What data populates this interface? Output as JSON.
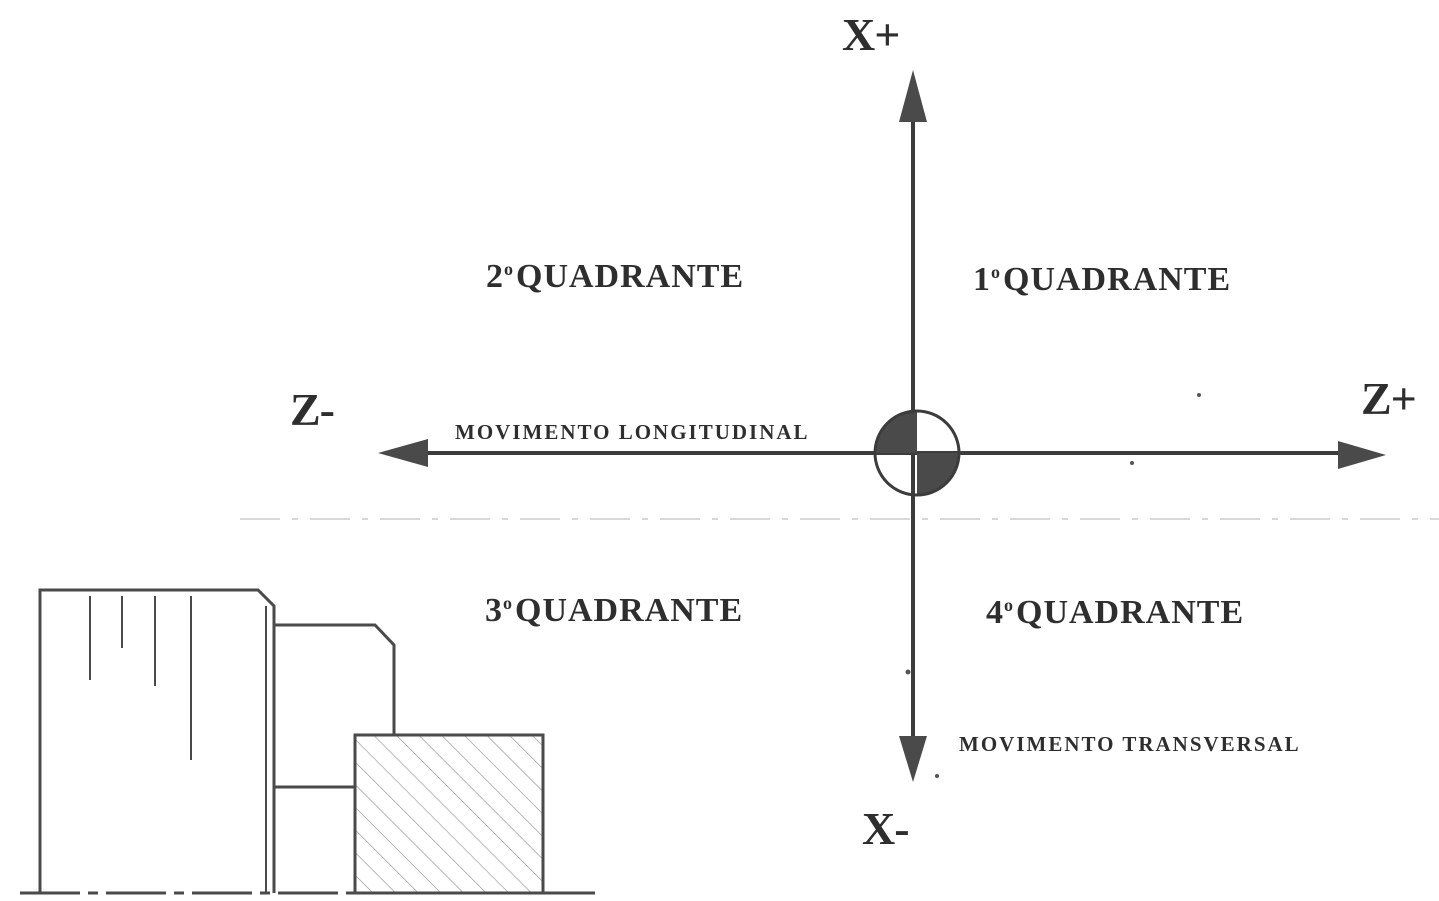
{
  "axes": {
    "x_plus": "X+",
    "x_minus": "X-",
    "z_plus": "Z+",
    "z_minus": "Z-"
  },
  "quadrants": [
    {
      "number": "2",
      "ordinal": "o",
      "label": "QUADRANTE"
    },
    {
      "number": "1",
      "ordinal": "o",
      "label": "QUADRANTE"
    },
    {
      "number": "3",
      "ordinal": "o",
      "label": "QUADRANTE"
    },
    {
      "number": "4",
      "ordinal": "o",
      "label": "QUADRANTE"
    }
  ],
  "movements": {
    "longitudinal": "MOVIMENTO LONGITUDINAL",
    "transversal": "MOVIMENTO TRANSVERSAL"
  },
  "colors": {
    "line": "#3c3c3c",
    "fill": "#4a4a4a",
    "hatch": "#8a8a8a"
  }
}
